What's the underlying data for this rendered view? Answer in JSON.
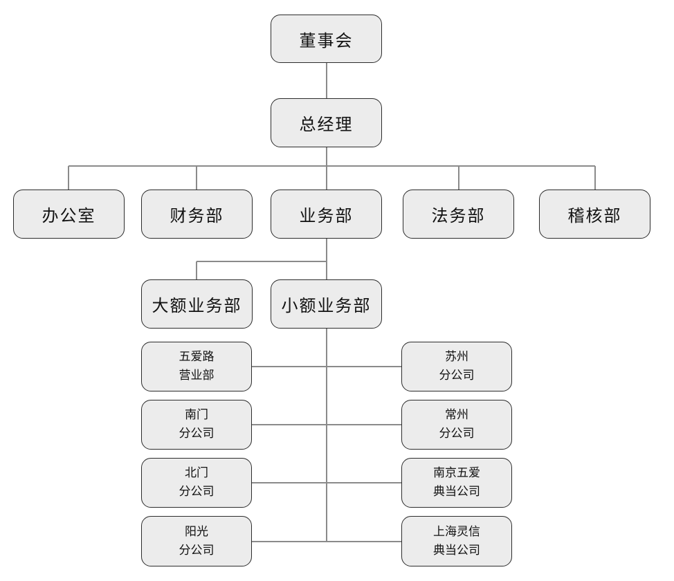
{
  "org_chart": {
    "board": "董事会",
    "general_manager": "总经理",
    "departments": [
      "办公室",
      "财务部",
      "业务部",
      "法务部",
      "稽核部"
    ],
    "business_sub": [
      "大额业务部",
      "小额业务部"
    ],
    "branches_left": [
      [
        "五爱路",
        "营业部"
      ],
      [
        "南门",
        "分公司"
      ],
      [
        "北门",
        "分公司"
      ],
      [
        "阳光",
        "分公司"
      ]
    ],
    "branches_right": [
      [
        "苏州",
        "分公司"
      ],
      [
        "常州",
        "分公司"
      ],
      [
        "南京五爱",
        "典当公司"
      ],
      [
        "上海灵信",
        "典当公司"
      ]
    ]
  }
}
